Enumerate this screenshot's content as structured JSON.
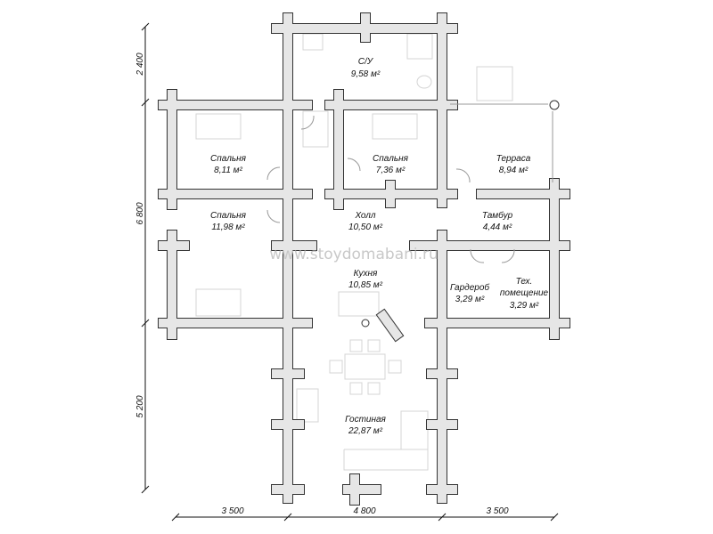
{
  "watermark": "www.stoydomabani.ru",
  "rooms": [
    {
      "name": "С/У",
      "area": "9,58 м²"
    },
    {
      "name": "Спальня",
      "area": "8,11 м²"
    },
    {
      "name": "Спальня",
      "area": "7,36 м²"
    },
    {
      "name": "Терраса",
      "area": "8,94 м²"
    },
    {
      "name": "Спальня",
      "area": "11,98 м²"
    },
    {
      "name": "Холл",
      "area": "10,50 м²"
    },
    {
      "name": "Тамбур",
      "area": "4,44 м²"
    },
    {
      "name": "Кухня",
      "area": "10,85 м²"
    },
    {
      "name": "Гардероб",
      "area": "3,29 м²"
    },
    {
      "name": "Тех.",
      "name2": "помещение",
      "area": "3,29 м²"
    },
    {
      "name": "Гостиная",
      "area": "22,87 м²"
    }
  ],
  "dimensions": {
    "vertical": [
      "2 400",
      "6 800",
      "5 200"
    ],
    "horizontal": [
      "3 500",
      "4 800",
      "3 500"
    ]
  },
  "colors": {
    "wall_fill": "#e6e6e6",
    "wall_outline": "#333333"
  }
}
